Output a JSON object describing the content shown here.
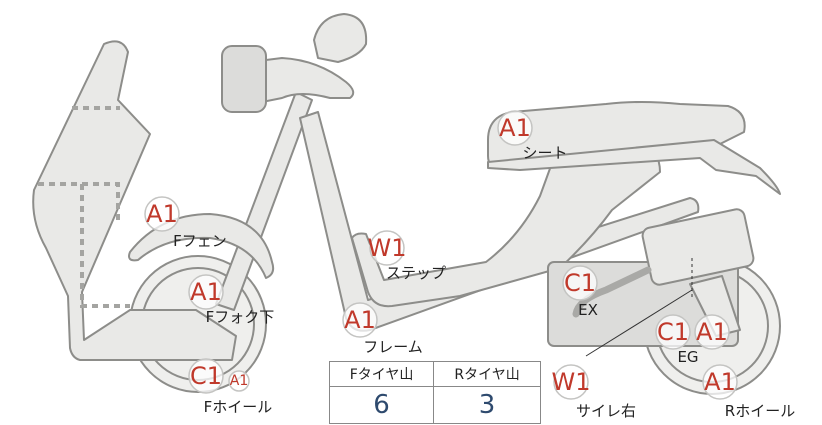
{
  "parts": [
    {
      "id": "f-fender",
      "label": "Fフェン",
      "badges": [
        "A1"
      ]
    },
    {
      "id": "f-fork-lower",
      "label": "Fフォク下",
      "badges": [
        "A1"
      ]
    },
    {
      "id": "f-wheel",
      "label": "Fホイール",
      "badges": [
        "C1",
        "A1"
      ]
    },
    {
      "id": "frame",
      "label": "フレーム",
      "badges": [
        "A1"
      ]
    },
    {
      "id": "step",
      "label": "ステップ",
      "badges": [
        "W1"
      ]
    },
    {
      "id": "seat",
      "label": "シート",
      "badges": [
        "A1"
      ]
    },
    {
      "id": "exhaust",
      "label": "EX",
      "badges": [
        "C1"
      ]
    },
    {
      "id": "engine",
      "label": "EG",
      "badges": [
        "C1",
        "A1"
      ]
    },
    {
      "id": "r-wheel",
      "label": "Rホイール",
      "badges": [
        "A1"
      ]
    },
    {
      "id": "muffler-right",
      "label": "サイレ右",
      "badges": [
        "W1"
      ]
    }
  ],
  "tread_table": {
    "headers": [
      "Fタイヤ山",
      "Rタイヤ山"
    ],
    "values": [
      "6",
      "3"
    ]
  },
  "colors": {
    "badge_text": "#c0392b",
    "table_value": "#2e4a6e",
    "body_fill": "#e9e9e7",
    "outline": "#8d8d8a"
  }
}
